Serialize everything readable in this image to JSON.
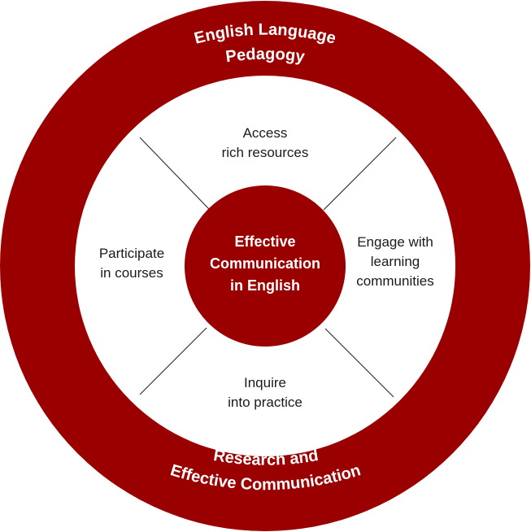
{
  "colors": {
    "accent": "#9b0000",
    "inner_fill": "#ffffff",
    "divider": "#333333",
    "label_text": "#1a1a1a",
    "ring_text": "#ffffff"
  },
  "outer_ring": {
    "top_text": [
      "English Language",
      "Pedagogy"
    ],
    "bottom_text": [
      "Research and",
      "Effective Communication"
    ]
  },
  "center": {
    "lines": [
      "Effective",
      "Communication",
      "in English"
    ]
  },
  "quadrants": {
    "top": [
      "Access",
      "rich resources"
    ],
    "right": [
      "Engage with",
      "learning",
      "communities"
    ],
    "bottom": [
      "Inquire",
      "into practice"
    ],
    "left": [
      "Participate",
      "in courses"
    ]
  }
}
